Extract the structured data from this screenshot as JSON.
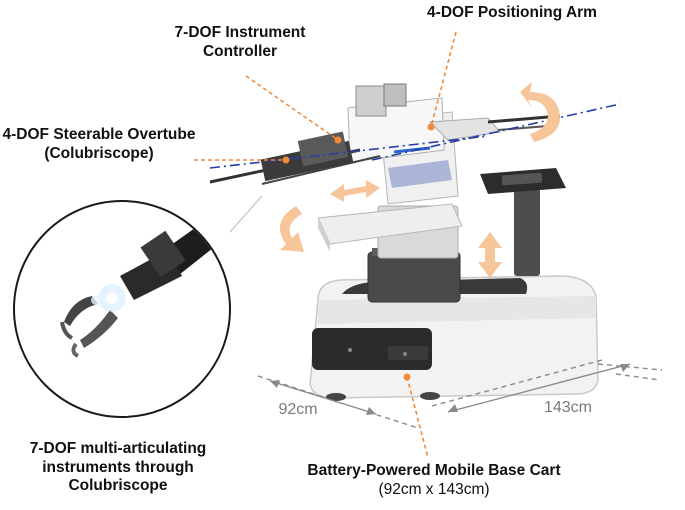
{
  "labels": {
    "instrument_controller": [
      "7-DOF Instrument",
      "Controller"
    ],
    "positioning_arm": "4-DOF Positioning Arm",
    "steerable_overtube": [
      "4-DOF Steerable Overtube",
      "(Colubriscope)"
    ],
    "multi_articulating": [
      "7-DOF multi-articulating",
      "instruments through",
      "Colubriscope"
    ],
    "base_cart_title": "Battery-Powered Mobile Base Cart",
    "base_cart_dims": "(92cm x 143cm)",
    "dim_width": "92cm",
    "dim_length": "143cm"
  },
  "colors": {
    "leader_orange": "#f08a3c",
    "motion_arrow": "#f7c59a",
    "axis_blue": "#2a3fa8",
    "dimension_gray": "#8a8a8a"
  }
}
